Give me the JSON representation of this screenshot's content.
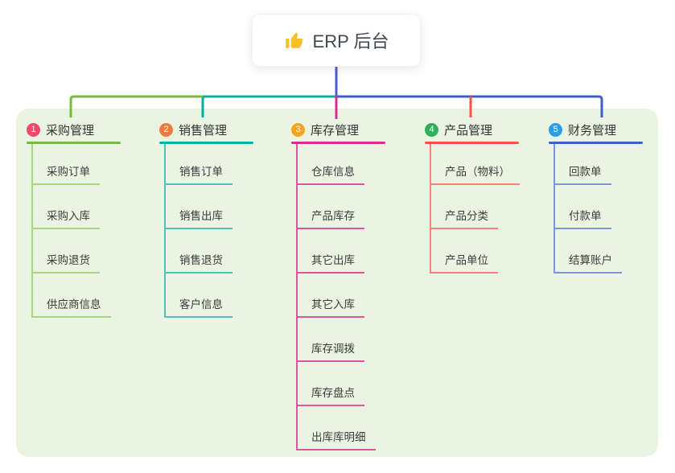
{
  "root": {
    "title": "ERP 后台",
    "icon": "thumbs-up-icon",
    "icon_color": "#f6c02d"
  },
  "colors": {
    "panel_bg": "#e9f5e2",
    "root_connector": "#4c5bd4",
    "title_text": "#333333",
    "child_text": "#3c3c3c"
  },
  "branches": [
    {
      "number": "1",
      "label": "采购管理",
      "badge_color": "#f2496b",
      "line_color": "#7cb73e",
      "child_line_color": "#a9d57d",
      "children": [
        "采购订单",
        "采购入库",
        "采购退货",
        "供应商信息"
      ]
    },
    {
      "number": "2",
      "label": "销售管理",
      "badge_color": "#f0793d",
      "line_color": "#00b0a2",
      "child_line_color": "#4fc2b4",
      "children": [
        "销售订单",
        "销售出库",
        "销售退货",
        "客户信息"
      ]
    },
    {
      "number": "3",
      "label": "库存管理",
      "badge_color": "#f8a41f",
      "line_color": "#d62e8c",
      "child_line_color": "#e0569e",
      "children": [
        "仓库信息",
        "产品库存",
        "其它出库",
        "其它入库",
        "库存调拨",
        "库存盘点",
        "出库库明细"
      ]
    },
    {
      "number": "4",
      "label": "产品管理",
      "badge_color": "#2cb05c",
      "line_color": "#f4544c",
      "child_line_color": "#f5837c",
      "children": [
        "产品（物料）",
        "产品分类",
        "产品单位"
      ]
    },
    {
      "number": "5",
      "label": "财务管理",
      "badge_color": "#2a9fe8",
      "line_color": "#3d5fc7",
      "child_line_color": "#7e96d8",
      "children": [
        "回款单",
        "付款单",
        "结算账户"
      ]
    }
  ]
}
